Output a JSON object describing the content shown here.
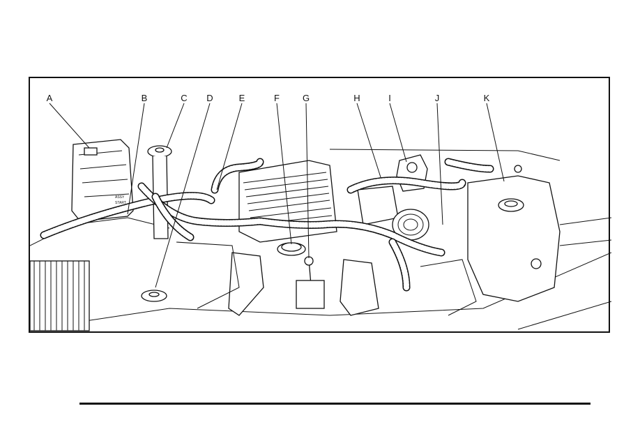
{
  "figure": {
    "callouts": [
      "A",
      "B",
      "C",
      "D",
      "E",
      "F",
      "G",
      "H",
      "I",
      "J",
      "K"
    ],
    "fuse_block_text": [
      "ASSY",
      "START"
    ]
  },
  "colors": {
    "ink": "#111111",
    "paper": "#ffffff"
  }
}
